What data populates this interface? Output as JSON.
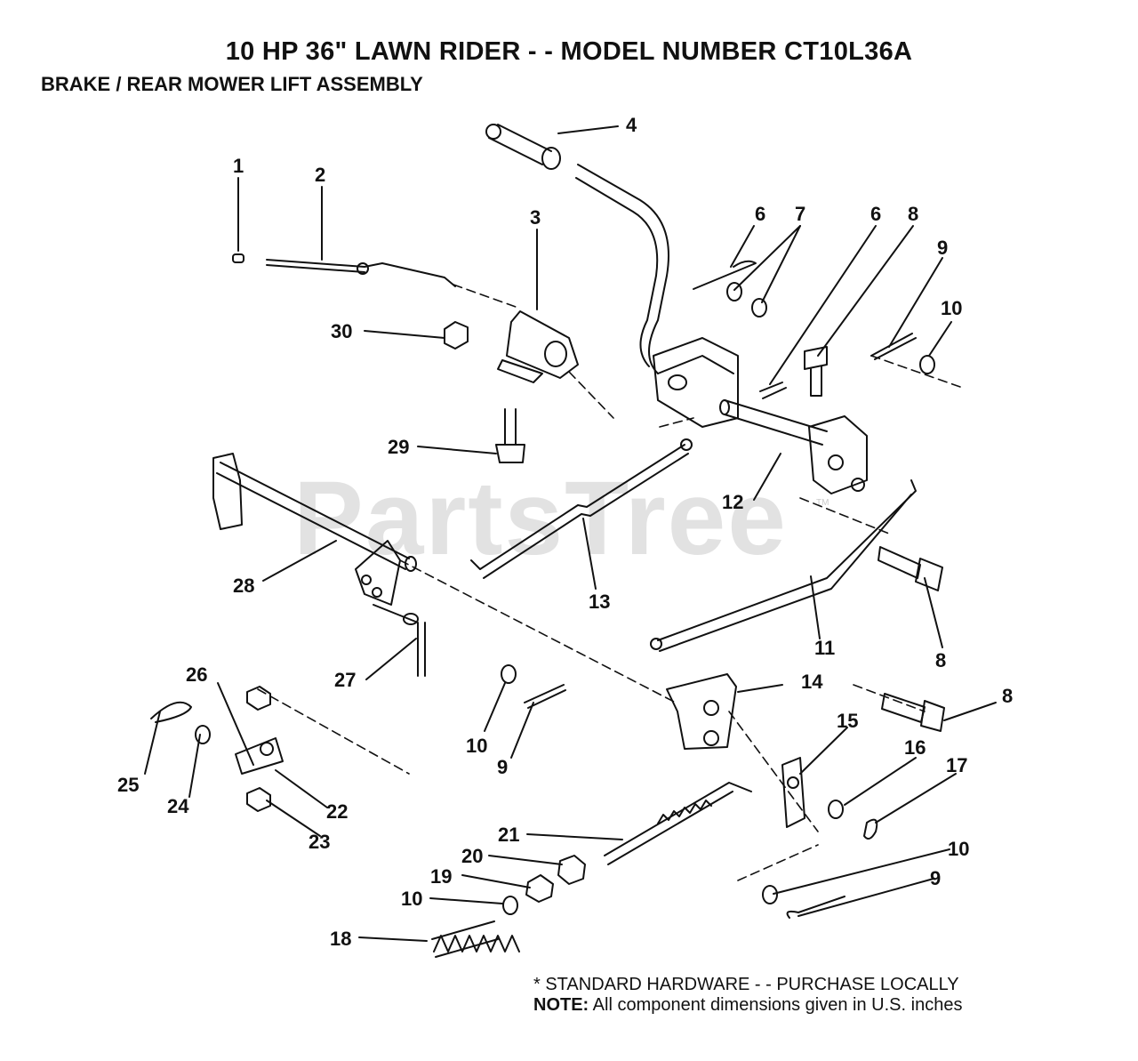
{
  "header": {
    "title": "10 HP 36\" LAWN RIDER - - MODEL NUMBER CT10L36A",
    "subtitle": "BRAKE / REAR MOWER LIFT ASSEMBLY"
  },
  "watermark": {
    "text": "PartsTree",
    "tm": "TM"
  },
  "callouts": [
    "1",
    "2",
    "3",
    "4",
    "6",
    "7",
    "6",
    "8",
    "9",
    "10",
    "30",
    "29",
    "12",
    "28",
    "13",
    "11",
    "8",
    "27",
    "26",
    "10",
    "9",
    "14",
    "8",
    "15",
    "16",
    "17",
    "25",
    "24",
    "22",
    "23",
    "21",
    "20",
    "19",
    "10",
    "18",
    "10",
    "9"
  ],
  "footer": {
    "standard_hardware": "* STANDARD HARDWARE - - PURCHASE LOCALLY",
    "note_label": "NOTE:",
    "note_text": "All component dimensions given in U.S. inches"
  }
}
